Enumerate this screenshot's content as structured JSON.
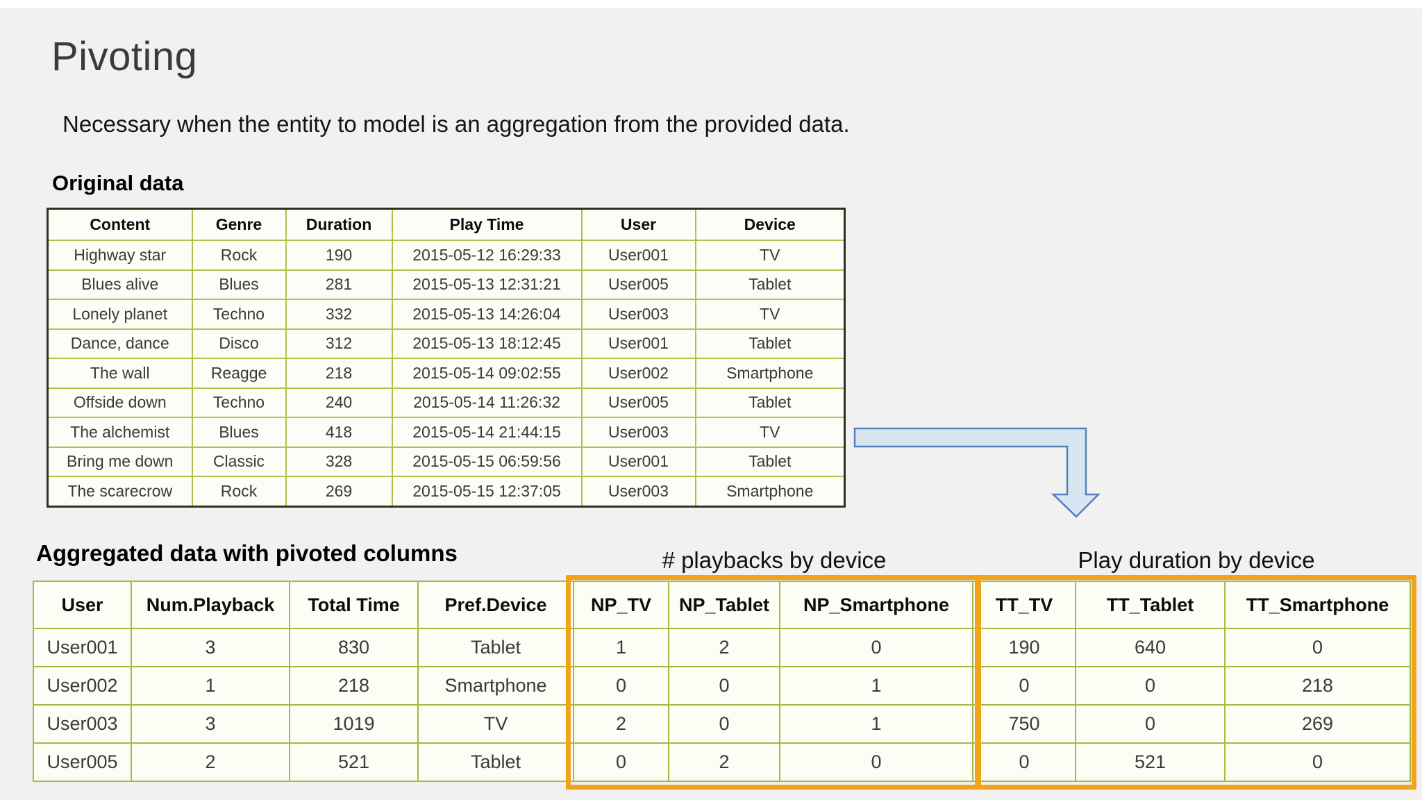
{
  "page": {
    "title": "Pivoting",
    "subtitle": "Necessary when the entity to model is an aggregation from the provided data."
  },
  "original": {
    "label": "Original data",
    "headers": [
      "Content",
      "Genre",
      "Duration",
      "Play Time",
      "User",
      "Device"
    ],
    "rows": [
      [
        "Highway star",
        "Rock",
        "190",
        "2015-05-12 16:29:33",
        "User001",
        "TV"
      ],
      [
        "Blues alive",
        "Blues",
        "281",
        "2015-05-13 12:31:21",
        "User005",
        "Tablet"
      ],
      [
        "Lonely planet",
        "Techno",
        "332",
        "2015-05-13 14:26:04",
        "User003",
        "TV"
      ],
      [
        "Dance, dance",
        "Disco",
        "312",
        "2015-05-13 18:12:45",
        "User001",
        "Tablet"
      ],
      [
        "The wall",
        "Reagge",
        "218",
        "2015-05-14 09:02:55",
        "User002",
        "Smartphone"
      ],
      [
        "Offside down",
        "Techno",
        "240",
        "2015-05-14 11:26:32",
        "User005",
        "Tablet"
      ],
      [
        "The alchemist",
        "Blues",
        "418",
        "2015-05-14 21:44:15",
        "User003",
        "TV"
      ],
      [
        "Bring me down",
        "Classic",
        "328",
        "2015-05-15 06:59:56",
        "User001",
        "Tablet"
      ],
      [
        "The scarecrow",
        "Rock",
        "269",
        "2015-05-15 12:37:05",
        "User003",
        "Smartphone"
      ]
    ]
  },
  "aggregated": {
    "label": "Aggregated data with pivoted columns",
    "np_label": "# playbacks by device",
    "tt_label": "Play duration by device",
    "headers": [
      "User",
      "Num.Playback",
      "Total Time",
      "Pref.Device",
      "NP_TV",
      "NP_Tablet",
      "NP_Smartphone",
      "TT_TV",
      "TT_Tablet",
      "TT_Smartphone"
    ],
    "rows": [
      [
        "User001",
        "3",
        "830",
        "Tablet",
        "1",
        "2",
        "0",
        "190",
        "640",
        "0"
      ],
      [
        "User002",
        "1",
        "218",
        "Smartphone",
        "0",
        "0",
        "1",
        "0",
        "0",
        "218"
      ],
      [
        "User003",
        "3",
        "1019",
        "TV",
        "2",
        "0",
        "1",
        "750",
        "0",
        "269"
      ],
      [
        "User005",
        "2",
        "521",
        "Tablet",
        "0",
        "2",
        "0",
        "0",
        "521",
        "0"
      ]
    ]
  },
  "colors": {
    "highlight_box": "#F2A21B",
    "table_grid_green": "#A9B83E",
    "arrow_fill": "#D8E5F1",
    "arrow_stroke": "#4F81BD",
    "background": "#F1F1F2"
  }
}
